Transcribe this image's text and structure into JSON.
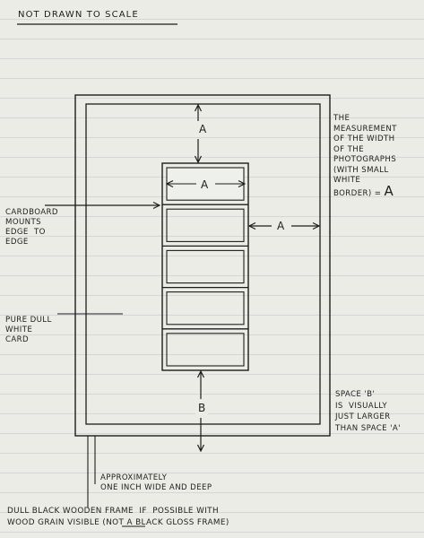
{
  "title": "NOT DRAWN TO SCALE",
  "notes": {
    "photo_width": "THE\nMEASUREMENT\nOF THE WIDTH\nOF THE\nPHOTOGRAPHS\n(WITH SMALL\nWHITE\nBORDER) = ",
    "photo_width_letter": "A",
    "mounts": "CARDBOARD\nMOUNTS\nEDGE  TO\nEDGE",
    "card": "PURE DULL\nWHITE\nCARD",
    "space_b": "SPACE 'B'\nIS  VISUALLY\nJUST LARGER\nTHAN SPACE 'A'",
    "frame_size": "APPROXIMATELY\nONE INCH WIDE AND DEEP",
    "frame_desc_line1": "DULL BLACK WOODEN FRAME  IF  POSSIBLE WITH",
    "frame_desc_line2_a": "WOOD GRAIN VISIBLE (",
    "frame_desc_not": "NOT",
    "frame_desc_line2_b": " A BLACK GLOSS FRAME)"
  },
  "dimensions": {
    "top": "A",
    "photo": "A",
    "side": "A",
    "bottom": "B"
  },
  "photograph_count": 5,
  "colors": {
    "paper": "#ecece6",
    "ink": "#1d1d1d",
    "rule_lines": "#d4d6dc"
  }
}
